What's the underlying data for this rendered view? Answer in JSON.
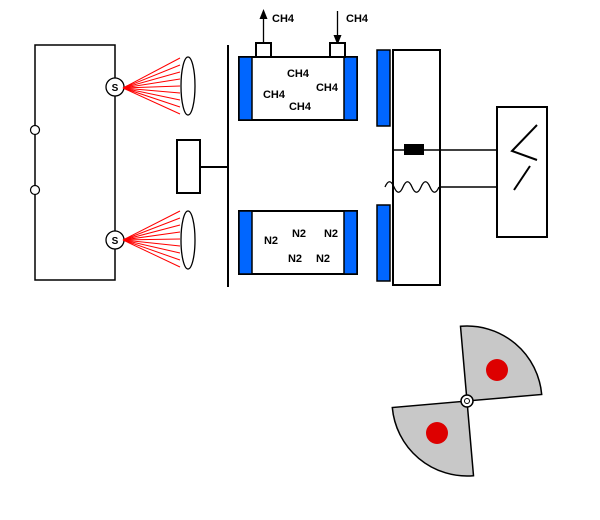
{
  "diagram": {
    "flow": {
      "outlet_label": "CH4",
      "inlet_label": "CH4"
    },
    "sample_cell_labels": [
      "CH4",
      "CH4",
      "CH4",
      "CH4"
    ],
    "reference_cell_labels": [
      "N2",
      "N2",
      "N2",
      "N2",
      "N2"
    ],
    "lamp_top_label": "S",
    "lamp_bottom_label": "S",
    "colors": {
      "window_blue": "#0066FF",
      "ray_red": "#FF0000",
      "lamp_red": "#FF0000",
      "wheel_gray": "#C8C8C8",
      "dot_red": "#DD0000"
    }
  }
}
